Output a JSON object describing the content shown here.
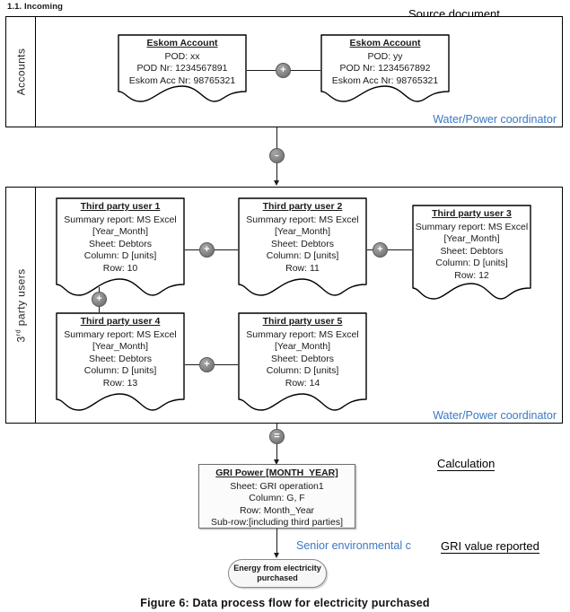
{
  "document": {
    "section_heading": "1.1. Incoming",
    "figure_caption": "Figure 6: Data process flow for electricity purchased"
  },
  "phase_labels": {
    "source_document": "Source document",
    "calculation": "Calculation",
    "gri_value_reported": "GRI value reported"
  },
  "lanes": [
    {
      "id": "accounts",
      "title": "Accounts",
      "title_sup": "",
      "coordinator": "Water/Power coordinator"
    },
    {
      "id": "third-party-users",
      "title": "3 party users",
      "title_prefix": "3",
      "title_sup": "rd",
      "title_suffix": " party users",
      "coordinator": "Water/Power coordinator"
    }
  ],
  "accounts": [
    {
      "title": "Eskom Account",
      "lines": [
        "POD: xx",
        "POD Nr: 1234567891",
        "Eskom Acc Nr: 98765321"
      ]
    },
    {
      "title": "Eskom Account",
      "lines": [
        "POD: yy",
        "POD Nr: 1234567892",
        "Eskom Acc Nr: 98765321"
      ]
    }
  ],
  "third_party_users": [
    {
      "title": "Third party user 1",
      "lines": [
        "Summary report: MS Excel",
        "[Year_Month]",
        "Sheet: Debtors",
        "Column: D [units]",
        "Row: 10"
      ]
    },
    {
      "title": "Third party user 2",
      "lines": [
        "Summary report: MS Excel",
        "[Year_Month]",
        "Sheet: Debtors",
        "Column: D [units]",
        "Row: 11"
      ]
    },
    {
      "title": "Third party user 3",
      "lines": [
        "Summary report: MS Excel",
        "[Year_Month]",
        "Sheet: Debtors",
        "Column: D [units]",
        "Row: 12"
      ]
    },
    {
      "title": "Third party user 4",
      "lines": [
        "Summary report: MS Excel",
        "[Year_Month]",
        "Sheet: Debtors",
        "Column: D [units]",
        "Row: 13"
      ]
    },
    {
      "title": "Third party user 5",
      "lines": [
        "Summary report: MS Excel",
        "[Year_Month]",
        "Sheet: Debtors",
        "Column: D [units]",
        "Row: 14"
      ]
    }
  ],
  "calculation_box": {
    "title": "GRI Power [MONTH_YEAR]",
    "lines": [
      "Sheet: GRI operation1",
      "Column: G, F",
      "Row: Month_Year",
      "Sub-row:[including third parties]"
    ]
  },
  "output_node": {
    "line1": "Energy from electricity",
    "line2": "purchased"
  },
  "roles": {
    "senior_environmental": "Senior environmental c"
  },
  "operators": {
    "plus": "+",
    "minus": "–",
    "equals": "="
  },
  "colors": {
    "role_blue": "#3a78c3",
    "outline_black": "#000000",
    "operator_gray": "#8d8d8d",
    "box_fill": "#fbfbfb"
  }
}
